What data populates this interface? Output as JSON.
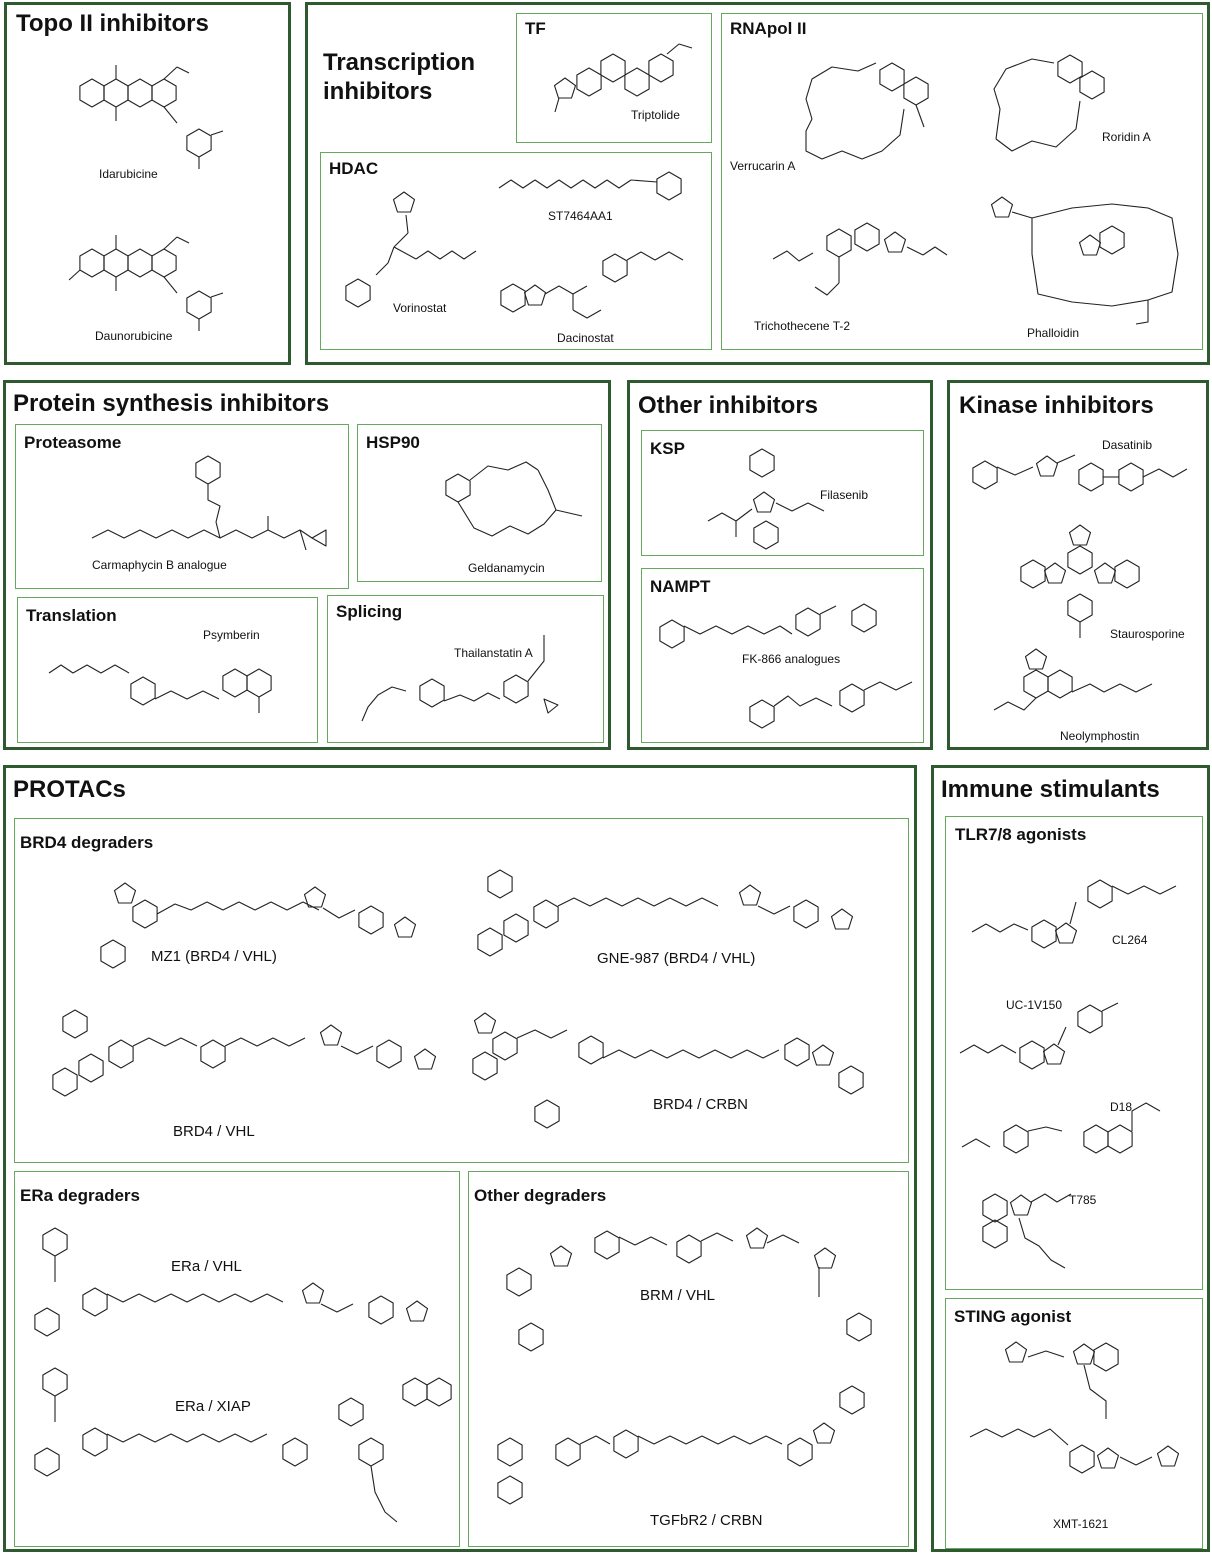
{
  "panels": {
    "topo": {
      "title": "Topo II inhibitors",
      "compounds": [
        "Idarubicine",
        "Daunorubicine"
      ]
    },
    "transcription": {
      "title_line1": "Transcription",
      "title_line2": "inhibitors",
      "tf": {
        "title": "TF",
        "compounds": [
          "Triptolide"
        ]
      },
      "hdac": {
        "title": "HDAC",
        "compounds": [
          "Vorinostat",
          "ST7464AA1",
          "Dacinostat"
        ]
      },
      "rnapol": {
        "title": "RNApol II",
        "compounds": [
          "Verrucarin A",
          "Roridin A",
          "Trichothecene T-2",
          "Phalloidin"
        ]
      }
    },
    "protein": {
      "title": "Protein synthesis inhibitors",
      "proteasome": {
        "title": "Proteasome",
        "compounds": [
          "Carmaphycin B analogue"
        ]
      },
      "hsp90": {
        "title": "HSP90",
        "compounds": [
          "Geldanamycin"
        ]
      },
      "translation": {
        "title": "Translation",
        "compounds": [
          "Psymberin"
        ]
      },
      "splicing": {
        "title": "Splicing",
        "compounds": [
          "Thailanstatin A"
        ]
      }
    },
    "other": {
      "title": "Other inhibitors",
      "ksp": {
        "title": "KSP",
        "compounds": [
          "Filasenib"
        ]
      },
      "nampt": {
        "title": "NAMPT",
        "compounds": [
          "FK-866 analogues"
        ]
      }
    },
    "kinase": {
      "title": "Kinase inhibitors",
      "compounds": [
        "Dasatinib",
        "Staurosporine",
        "Neolymphostin"
      ]
    },
    "protacs": {
      "title": "PROTACs",
      "brd4": {
        "title": "BRD4 degraders",
        "compounds": [
          "MZ1 (BRD4 / VHL)",
          "GNE-987 (BRD4 / VHL)",
          "BRD4 / VHL",
          "BRD4 / CRBN"
        ]
      },
      "era": {
        "title": "ERa degraders",
        "compounds": [
          "ERa / VHL",
          "ERa / XIAP"
        ]
      },
      "otherdeg": {
        "title": "Other degraders",
        "compounds": [
          "BRM / VHL",
          "TGFbR2 / CRBN"
        ]
      }
    },
    "immune": {
      "title": "Immune stimulants",
      "tlr": {
        "title": "TLR7/8 agonists",
        "compounds": [
          "CL264",
          "UC-1V150",
          "D18",
          "T785"
        ]
      },
      "sting": {
        "title": "STING agonist",
        "compounds": [
          "XMT-1621"
        ]
      }
    }
  }
}
